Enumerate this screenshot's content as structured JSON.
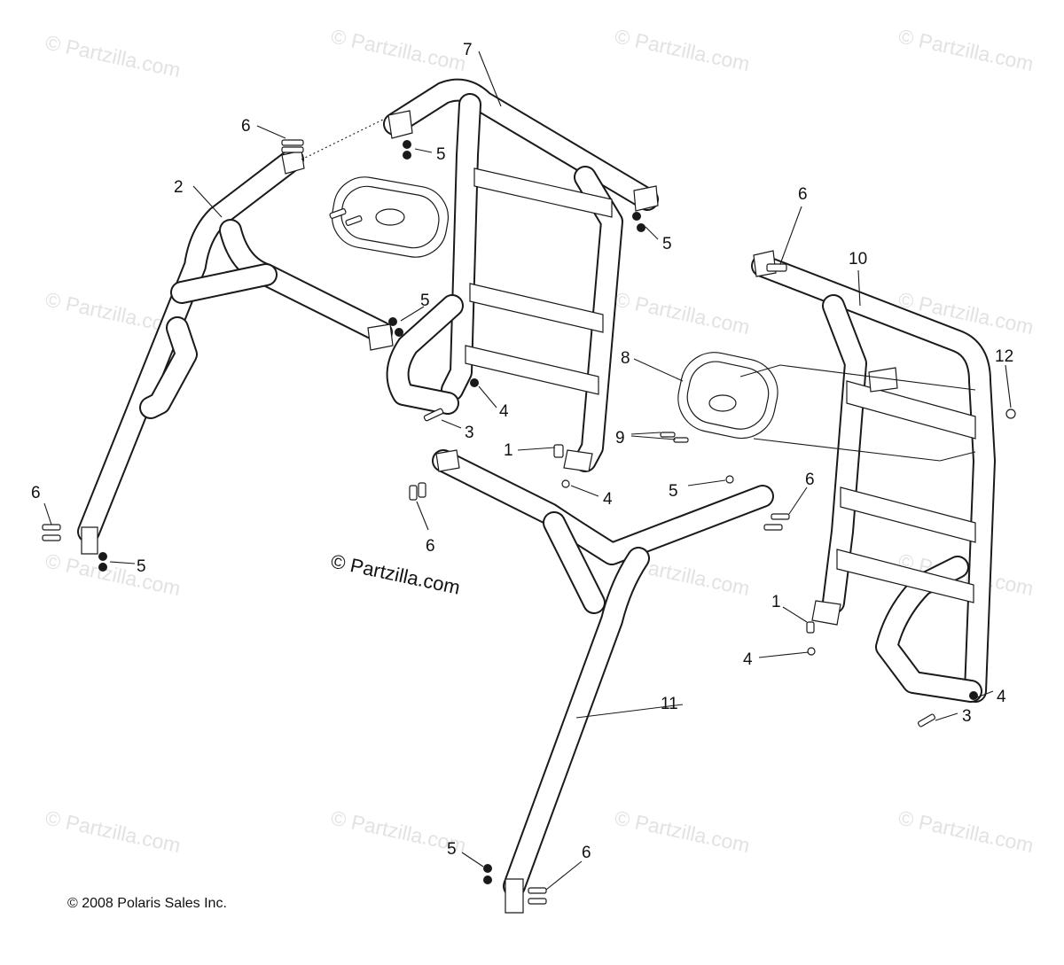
{
  "watermark": "© Partzilla.com",
  "center_credit": "© Partzilla.com",
  "copyright": "© 2008 Polaris Sales Inc.",
  "callouts": {
    "c1a": "1",
    "c1b": "1",
    "c2": "2",
    "c3a": "3",
    "c3b": "3",
    "c4a": "4",
    "c4b": "4",
    "c4c": "4",
    "c4d": "4",
    "c5a": "5",
    "c5b": "5",
    "c5c": "5",
    "c5d": "5",
    "c5e": "5",
    "c5f": "5",
    "c6a": "6",
    "c6b": "6",
    "c6c": "6",
    "c6d": "6",
    "c6e": "6",
    "c6f": "6",
    "c7": "7",
    "c8": "8",
    "c9": "9",
    "c10": "10",
    "c11": "11",
    "c12": "12"
  }
}
